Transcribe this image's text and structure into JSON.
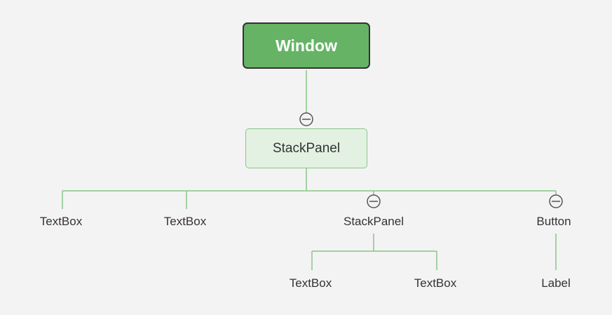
{
  "root": {
    "label": "Window"
  },
  "child": {
    "label": "StackPanel"
  },
  "level2": [
    {
      "label": "TextBox"
    },
    {
      "label": "TextBox"
    },
    {
      "label": "StackPanel"
    },
    {
      "label": "Button"
    }
  ],
  "level3": [
    {
      "label": "TextBox"
    },
    {
      "label": "TextBox"
    },
    {
      "label": "Label"
    }
  ],
  "colors": {
    "line": "#88c488",
    "root_fill": "#66b366",
    "node_fill": "#e3f1e3"
  }
}
